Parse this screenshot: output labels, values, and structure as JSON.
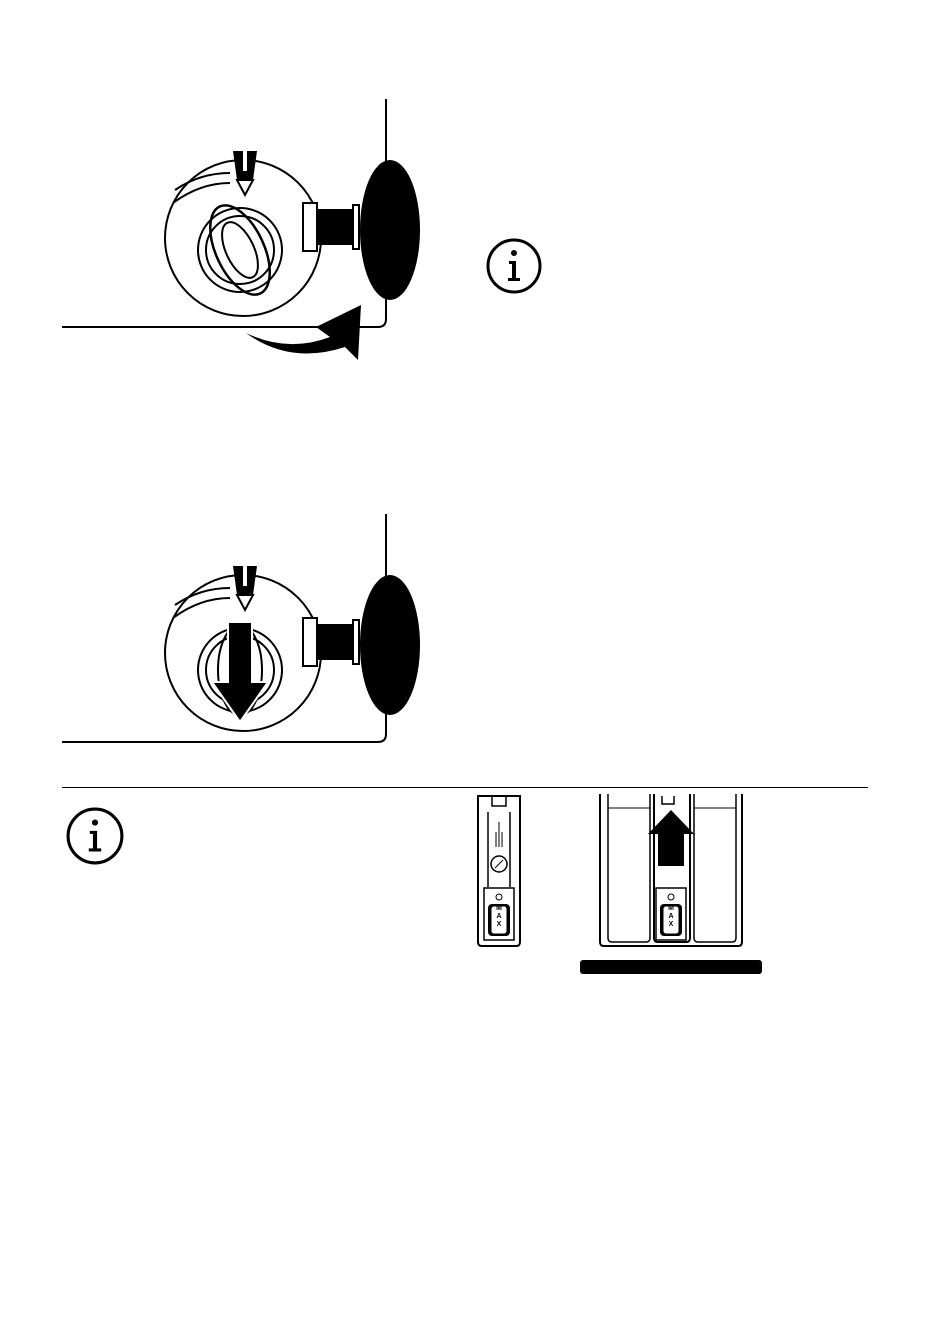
{
  "figures": {
    "drain_cap_rotate": {
      "icon": "drain-pump-cap-rotate-illustration"
    },
    "drain_cap_pull": {
      "icon": "drain-pump-cap-pull-illustration"
    },
    "flap_loose": {
      "icon": "detergent-flap-illustration",
      "max_label": "MAX"
    },
    "flap_installed": {
      "icon": "detergent-drawer-flap-insert-illustration",
      "max_label": "MAX"
    }
  },
  "info_icons": [
    "info-icon",
    "info-icon"
  ],
  "colors": {
    "ink": "#000000",
    "paper": "#ffffff"
  }
}
